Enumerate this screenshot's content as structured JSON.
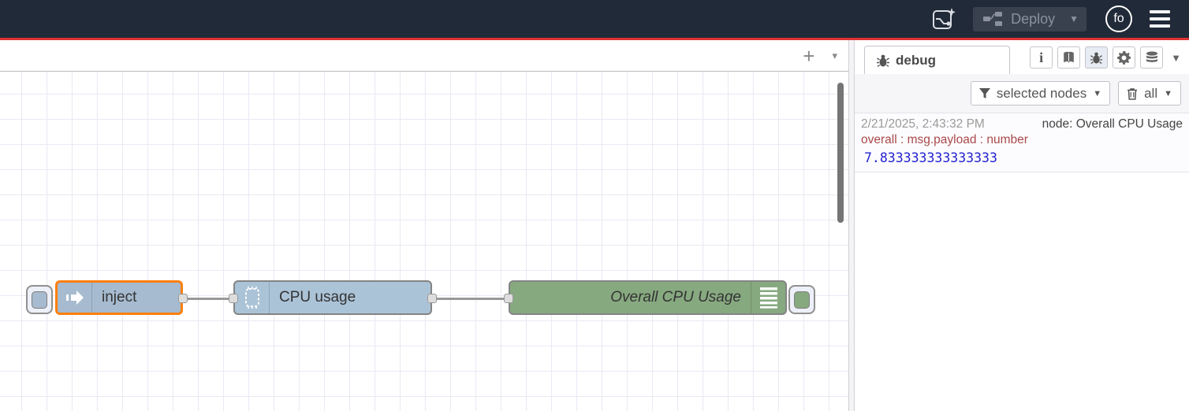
{
  "header": {
    "deploy_label": "Deploy",
    "avatar_label": "fo"
  },
  "flow_tabbar": {
    "add_label": "+",
    "caret": "▾"
  },
  "canvas": {
    "nodes": [
      {
        "id": "inject",
        "label": "inject",
        "color": "#a6bbcf"
      },
      {
        "id": "cpu-usage",
        "label": "CPU usage",
        "color": "#abc3d7"
      },
      {
        "id": "overall-cpu-usage",
        "label": "Overall CPU Usage",
        "color": "#87a980"
      }
    ]
  },
  "sidebar": {
    "tab_label": "debug",
    "filter_button_label": "selected nodes",
    "clear_button_label": "all",
    "caret": "▾",
    "message": {
      "timestamp": "2/21/2025, 2:43:32 PM",
      "node": "node: Overall CPU Usage",
      "property": "overall : msg.payload : number",
      "value": "7.833333333333333"
    }
  },
  "colors": {
    "header_bg": "#212a38",
    "accent_red": "#dd3333",
    "inject_fill": "#a6bbcf",
    "cpu_fill": "#abc3d7",
    "debug_fill": "#87a980",
    "selected_border": "#ff7f0e",
    "debug_value_blue": "#2422cf",
    "debug_property_red": "#a9494a"
  }
}
